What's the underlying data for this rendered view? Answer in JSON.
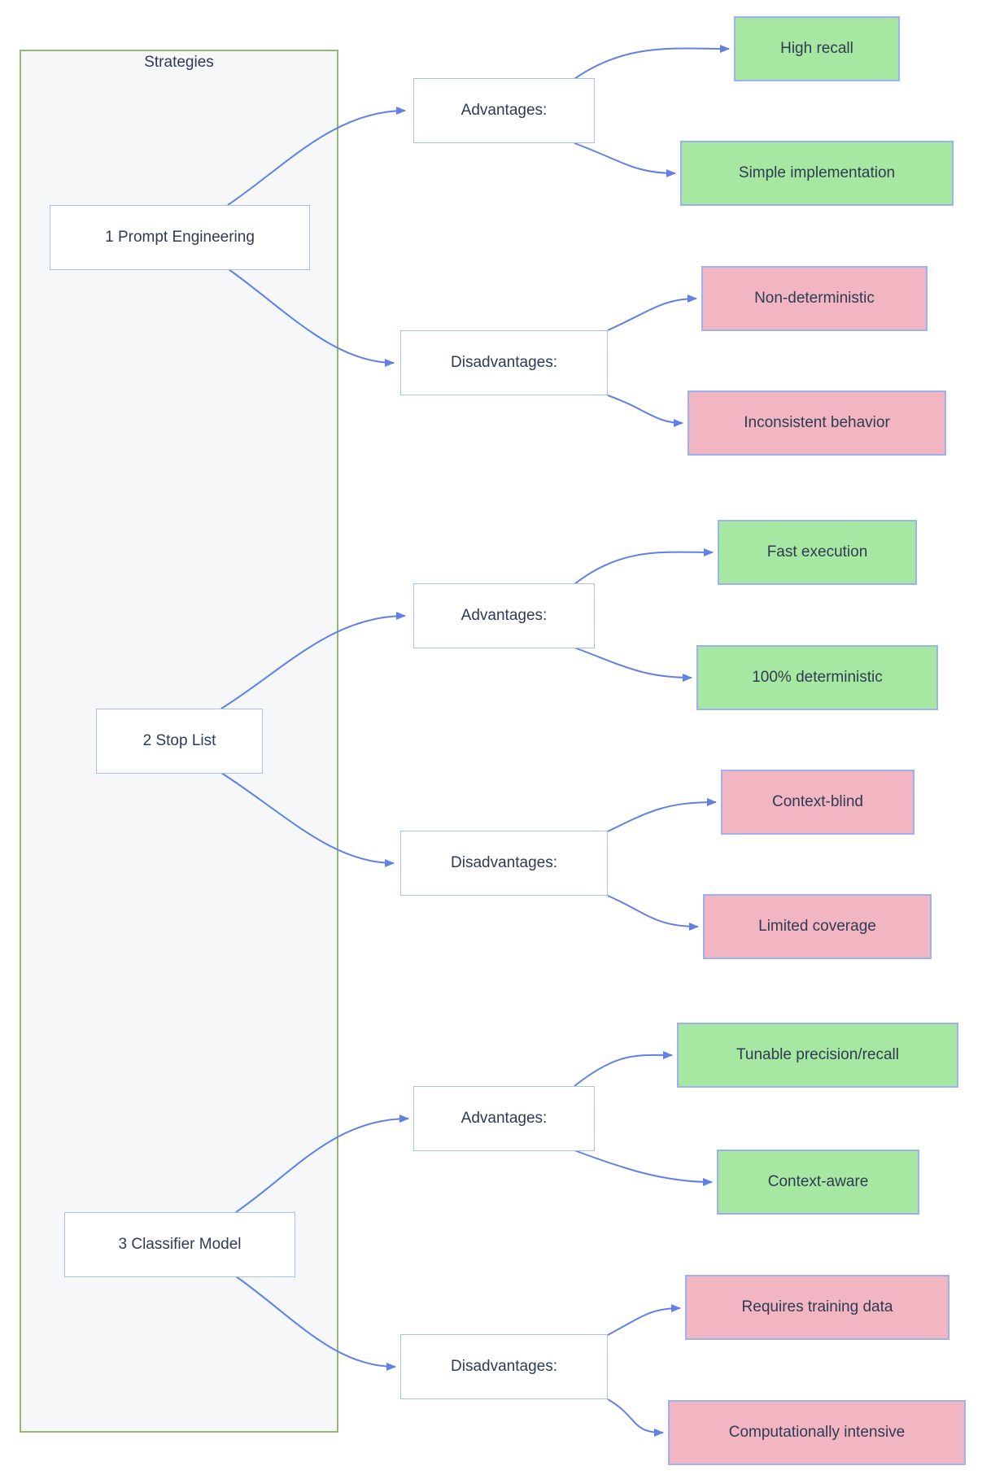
{
  "title": "Strategies",
  "colors": {
    "group_border": "#94b971",
    "group_fill": "#f5f7f9",
    "node_fill": "#ffffff",
    "node_border": "#a7c1ec",
    "leaf_border": "#9bb1f1",
    "advantage_fill": "#a6e7a1",
    "disadvantage_fill": "#f1b6c2",
    "edge_color": "#6080e8",
    "text_color": "#2f3b52"
  },
  "strategies": [
    {
      "label": "1 Prompt Engineering",
      "advantages_label": "Advantages:",
      "disadvantages_label": "Disadvantages:",
      "advantages": [
        "High recall",
        "Simple implementation"
      ],
      "disadvantages": [
        "Non-deterministic",
        "Inconsistent behavior"
      ]
    },
    {
      "label": "2 Stop List",
      "advantages_label": "Advantages:",
      "disadvantages_label": "Disadvantages:",
      "advantages": [
        "Fast execution",
        "100% deterministic"
      ],
      "disadvantages": [
        "Context-blind",
        "Limited coverage"
      ]
    },
    {
      "label": "3 Classifier Model",
      "advantages_label": "Advantages:",
      "disadvantages_label": "Disadvantages:",
      "advantages": [
        "Tunable precision/recall",
        "Context-aware"
      ],
      "disadvantages": [
        "Requires training data",
        "Computationally intensive"
      ]
    }
  ]
}
